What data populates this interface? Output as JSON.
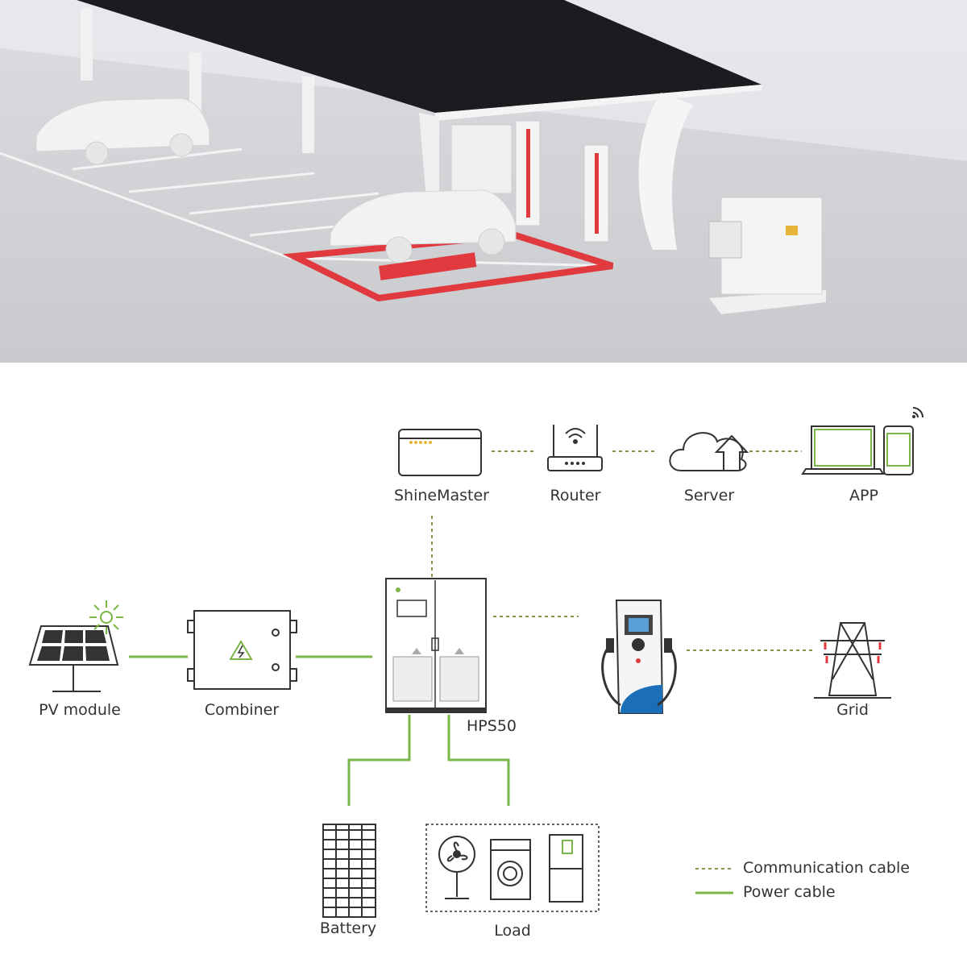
{
  "photo": {
    "description_hidden": ""
  },
  "nodes": {
    "shinemaster": "ShineMaster",
    "router": "Router",
    "server": "Server",
    "app": "APP",
    "pv_module": "PV module",
    "combiner": "Combiner",
    "hps50": "HPS50",
    "grid": "Grid",
    "battery": "Battery",
    "load": "Load"
  },
  "legend": {
    "communication": "Communication cable",
    "power": "Power cable"
  },
  "colors": {
    "power_line": "#7ab648",
    "comm_line": "#7f9b4a",
    "icon_stroke": "#333333",
    "parking_red": "#e0393e"
  },
  "icons": {
    "shinemaster": "datalogger-icon",
    "router": "router-icon",
    "server": "cloud-upload-icon",
    "app": "laptop-phone-icon",
    "pv_module": "solar-panel-icon",
    "combiner": "combiner-box-icon",
    "hps50": "inverter-cabinet-icon",
    "charger": "ev-charger-icon",
    "grid": "transmission-tower-icon",
    "battery": "battery-rack-icon",
    "load": "appliances-icon"
  }
}
